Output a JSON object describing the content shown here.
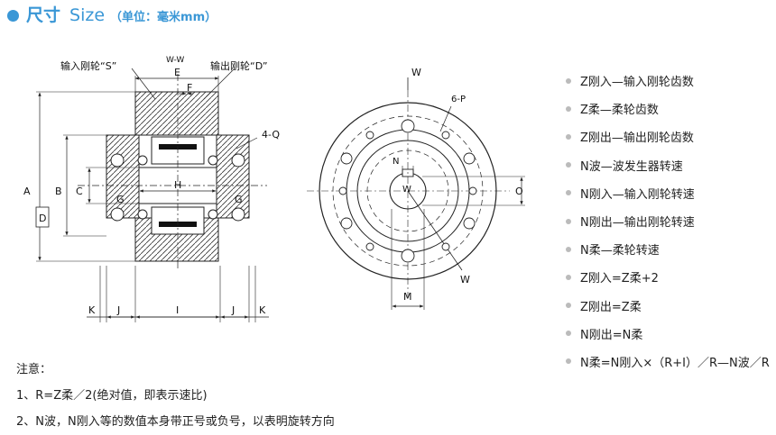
{
  "title": {
    "cn": "尺寸",
    "en": "Size",
    "unit": "（单位：毫米mm）"
  },
  "drawing": {
    "input_gear_label": "输入刚轮“S”",
    "output_gear_label": "输出刚轮“D”",
    "section_label": "W-W",
    "dim_E": "E",
    "dim_F": "F",
    "dim_Q": "4-Q",
    "dim_A": "A",
    "dim_B": "B",
    "dim_C": "C",
    "dim_D": "D",
    "dim_G_left": "G",
    "dim_G_right": "G",
    "dim_H": "H",
    "dim_K_left": "K",
    "dim_J_left": "J",
    "dim_I": "I",
    "dim_J_right": "J",
    "dim_K_right": "K",
    "end_W_top": "W",
    "end_W_bottom": "W",
    "end_P": "6-P",
    "end_N": "N",
    "end_W_keyway": "W",
    "end_O": "O",
    "end_M": "M"
  },
  "legend": [
    "Z刚入—输入刚轮齿数",
    "Z柔—柔轮齿数",
    "Z刚出—输出刚轮齿数",
    "N波—波发生器转速",
    "N刚入—输入刚轮转速",
    "N刚出—输出刚轮转速",
    "N柔—柔轮转速",
    "Z刚入=Z柔+2",
    "Z刚出=Z柔",
    "N刚出=N柔",
    "N柔=N刚入×（R+I）／R—N波／R"
  ],
  "notes": {
    "heading": "注意：",
    "items": [
      "1、R=Z柔／2(绝对值，即表示速比)",
      "2、N波，N刚入等的数值本身带正号或负号，以表明旋转方向"
    ]
  },
  "colors": {
    "accent": "#3a97d6",
    "line": "#222222",
    "bullet": "#bbbbbb"
  }
}
